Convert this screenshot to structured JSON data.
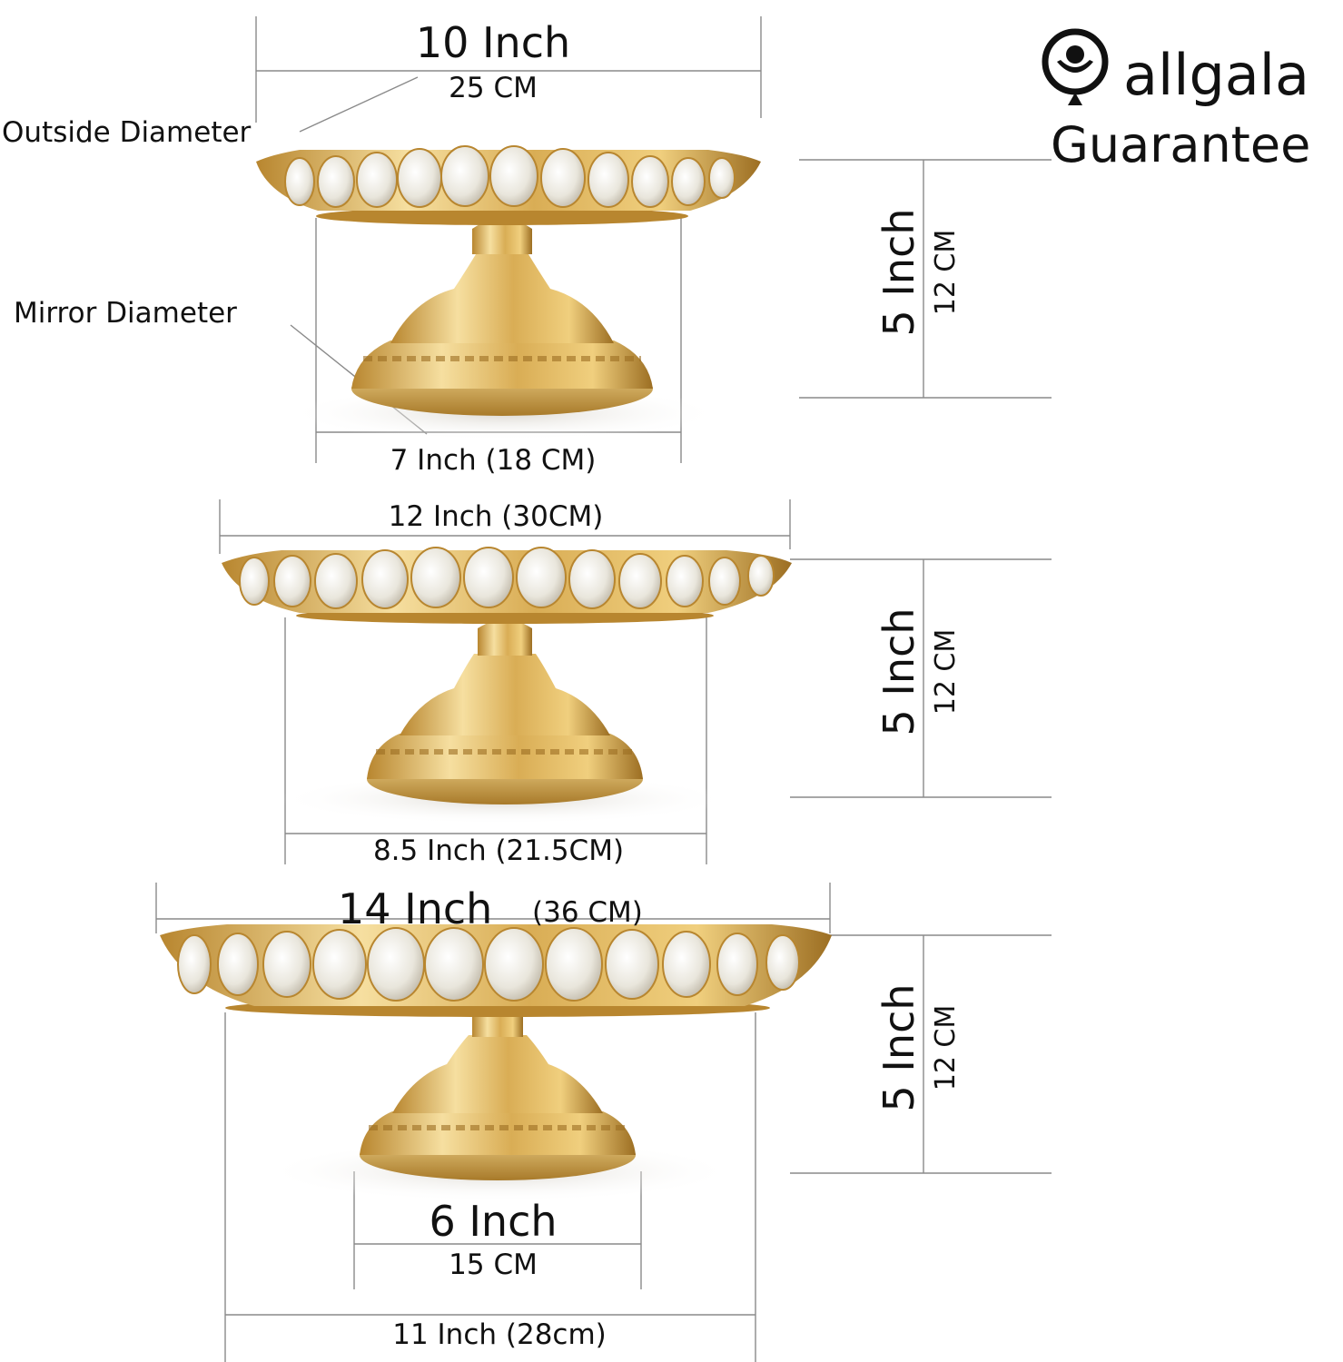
{
  "brand": {
    "name": "allgala",
    "tagline": "Guarantee",
    "logo_icon": "location-pin-circle-icon",
    "logo_color": "#111111"
  },
  "colors": {
    "gold_light": "#f6dfa0",
    "gold_mid": "#d9ad55",
    "gold_dark": "#9c6e22",
    "crystal": "#f2f0ea",
    "dimension_line": "#8a8a8a"
  },
  "stands": [
    {
      "size": "small",
      "outside_diameter": "10 Inch",
      "outside_diameter_cm": "25 CM",
      "outside_label": "Outside Diameter",
      "mirror_label": "Mirror Diameter",
      "mirror_diameter": "7 Inch (18 CM)",
      "height": "5 Inch",
      "height_cm": "12 CM"
    },
    {
      "size": "medium",
      "outside_diameter": "12 Inch (30CM)",
      "mirror_diameter": "8.5 Inch (21.5CM)",
      "height": "5 Inch",
      "height_cm": "12 CM"
    },
    {
      "size": "large",
      "outside_diameter": "14 Inch",
      "outside_diameter_cm": "(36 CM)",
      "base_diameter": "6 Inch",
      "base_diameter_cm": "15 CM",
      "mirror_diameter": "11 Inch (28cm)",
      "height": "5 Inch",
      "height_cm": "12 CM"
    }
  ]
}
